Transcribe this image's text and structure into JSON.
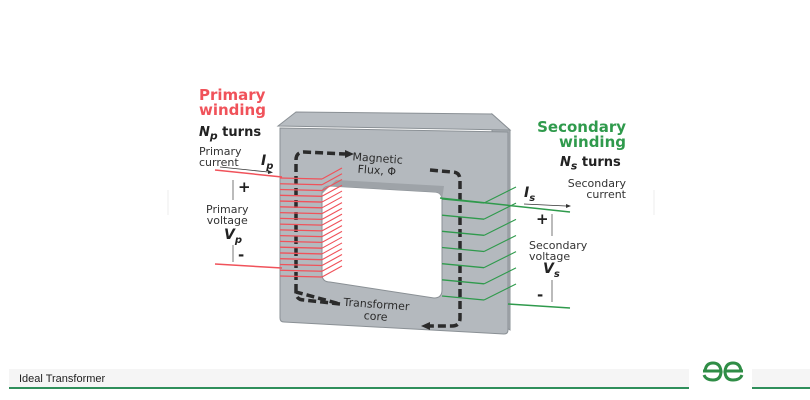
{
  "diagram": {
    "title": "Ideal Transformer",
    "primary": {
      "title_line1": "Primary",
      "title_line2": "winding",
      "turns_symbol": "N",
      "turns_sub": "p",
      "turns_text": " turns",
      "current_line1": "Primary",
      "current_line2": "current",
      "current_symbol": "I",
      "current_sub": "p",
      "voltage_line1": "Primary",
      "voltage_line2": "voltage",
      "voltage_symbol": "V",
      "voltage_sub": "p",
      "plus": "+",
      "minus": "-",
      "color": "#f0525a",
      "coil_turns": 18
    },
    "secondary": {
      "title_line1": "Secondary",
      "title_line2": "winding",
      "turns_symbol": "N",
      "turns_sub": "s",
      "turns_text": " turns",
      "current_line1": "Secondary",
      "current_line2": "current",
      "current_symbol": "I",
      "current_sub": "s",
      "voltage_line1": "Secondary",
      "voltage_line2": "voltage",
      "voltage_symbol": "V",
      "voltage_sub": "s",
      "plus": "+",
      "minus": "-",
      "color": "#2f9a4c",
      "coil_turns": 7
    },
    "core": {
      "flux_line1": "Magnetic",
      "flux_line2": "Flux, Φ",
      "core_line1": "Transformer",
      "core_line2": "core",
      "color": "#b4b9be"
    }
  },
  "footer": {
    "caption": "Ideal Transformer",
    "logo": "gfg-logo",
    "accent_color": "#2f8f5b"
  }
}
